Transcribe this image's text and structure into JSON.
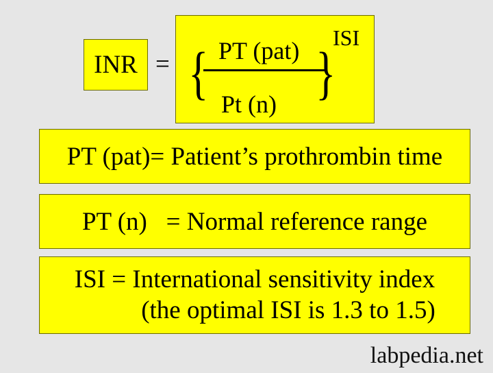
{
  "formula": {
    "lhs": "INR",
    "equals": "=",
    "left_brace": "{",
    "right_brace": "}",
    "numerator": "PT (pat)",
    "denominator": "Pt (n)",
    "exponent": "ISI"
  },
  "definitions": [
    {
      "text": "PT (pat)= Patient’s prothrombin time"
    },
    {
      "text": "PT (n)   = Normal reference range"
    },
    {
      "line1": "ISI = International sensitivity index",
      "line2": "(the optimal ISI is 1.3 to 1.5)"
    }
  ],
  "source": "labpedia.net",
  "colors": {
    "box_fill": "#ffff00",
    "background": "#e6e6e6"
  }
}
